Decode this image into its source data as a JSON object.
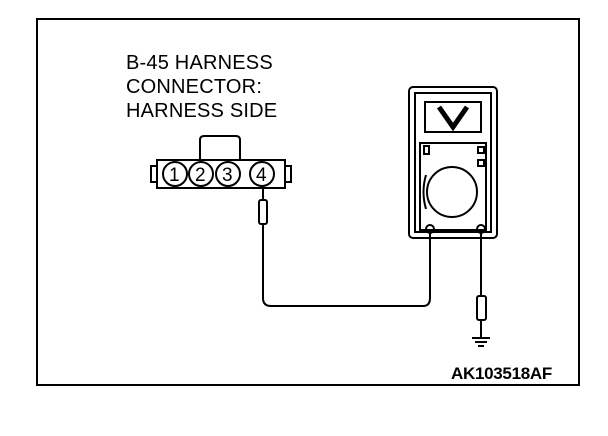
{
  "connector": {
    "title_lines": [
      "B-45 HARNESS",
      "CONNECTOR:",
      "HARNESS SIDE"
    ],
    "pins": [
      "1",
      "2",
      "3",
      "4"
    ]
  },
  "meter": {
    "display_symbol": "V"
  },
  "figure_code": "AK103518AF"
}
